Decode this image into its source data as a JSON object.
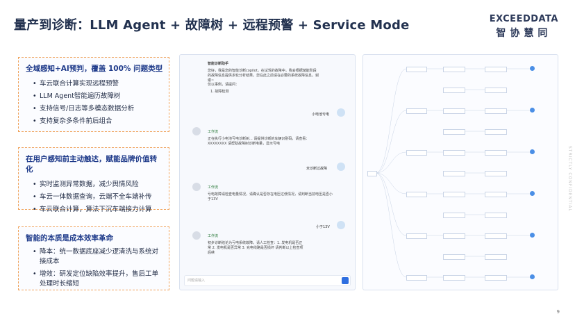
{
  "title": "量产到诊断：LLM Agent + 故障树 + 远程预警 + Service Mode",
  "logo": {
    "en": "EXCEEDDATA",
    "cn": "智协慧同"
  },
  "boxes": [
    {
      "heading": "全域感知+AI预判，覆盖 100% 问题类型",
      "items": [
        "车云联合计算实现远程预警",
        "LLM Agent智能遍历故障树",
        "支持信号/日志等多模态数据分析",
        "支持复杂多条件前后组合"
      ]
    },
    {
      "heading": "在用户感知前主动触达，赋能品牌价值转化",
      "items": [
        "实时监测异常数据，减少舆情风险",
        "车云一体数据查询，云端不全车端补传",
        "车云联合计算，算法下沉车端接力计算"
      ]
    },
    {
      "heading": "智能的本质是成本效率革命",
      "items": [
        "降本：统一数据底座减少逻清洗与系统对接成本",
        "增效：研发定位缺陷效率提升，售后工单处理时长缩短"
      ]
    }
  ],
  "chat": {
    "header": "智能诊断助手",
    "intro": "您好，我是您的智能诊断copilot，在试驾的故障中，我会根据储能阶段的故障信息提供多轮分析结果，您在此之前请在必要的系统故障信息，谢谢~",
    "hint": "仅以事例，请提问：",
    "example": "1. 故障检测",
    "user1": "小电池亏电",
    "agent_label1": "工作流",
    "agent1": "正在执行小电池亏电诊断树... 请提供诊断的车辆识别码，请查看：XXXXXXXX 请帮助故障树诊断电量，显示亏电",
    "user2": "未诊断过故障",
    "agent_label2": "工作流",
    "agent2": "亏电故障请检查电量情况，请确认是否存在电压过低情况，请判断当前电压是否小于13V",
    "user3": "小于13V",
    "agent_label3": "工作流",
    "agent3": "初步诊断结论为亏电系统故障，请人工检查：1. 发电机是否正常 2. 发电机是否异常 3. 充电线路是否损坏 请判断以上检查项后续",
    "input_placeholder": "问题请输入"
  },
  "page_number": "9",
  "side_watermark": "STRICTLY CONFIDENTIAL"
}
